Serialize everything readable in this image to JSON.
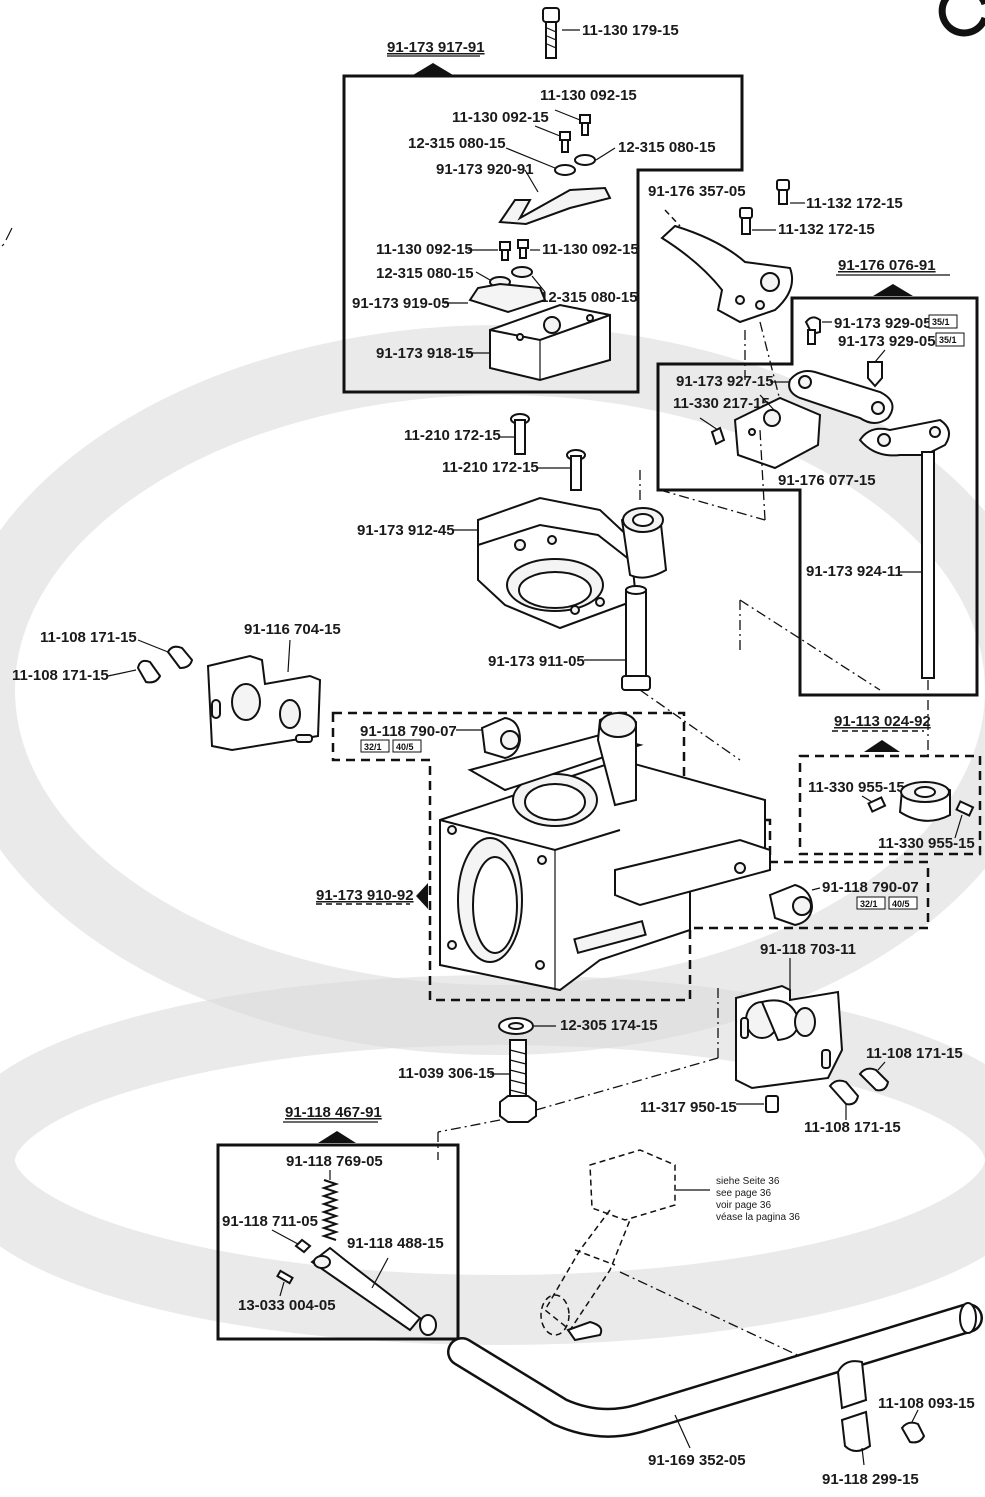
{
  "assemblies": {
    "a917": "91-173 917-91",
    "a076": "91-176 076-91",
    "a024": "91-113 024-92",
    "a910": "91-173 910-92",
    "a467": "91-118 467-91"
  },
  "labels": {
    "p179": "11-130 179-15",
    "p092a": "11-130 092-15",
    "p092b": "11-130 092-15",
    "p080a": "12-315 080-15",
    "p080b": "12-315 080-15",
    "p920": "91-173 920-91",
    "p092c": "11-130 092-15",
    "p092d": "11-130 092-15",
    "p080c": "12-315 080-15",
    "p080d": "12-315 080-15",
    "p919": "91-173 919-05",
    "p918": "91-173 918-15",
    "p357": "91-176 357-05",
    "p132a": "11-132 172-15",
    "p132b": "11-132 172-15",
    "p929a": "91-173 929-05",
    "p929b": "91-173 929-05",
    "p927": "91-173 927-15",
    "p217": "11-330 217-15",
    "p077": "91-176 077-15",
    "p924": "91-173 924-11",
    "p210a": "11-210 172-15",
    "p210b": "11-210 172-15",
    "p912": "91-173 912-45",
    "p911": "91-173 911-05",
    "p108a": "11-108 171-15",
    "p108b": "11-108 171-15",
    "p704": "91-116 704-15",
    "p790a": "91-118 790-07",
    "p955a": "11-330 955-15",
    "p955b": "11-330 955-15",
    "p790b": "91-118 790-07",
    "p703": "91-118 703-11",
    "p305": "12-305 174-15",
    "p039": "11-039 306-15",
    "p317": "11-317 950-15",
    "p108c": "11-108 171-15",
    "p108d": "11-108 171-15",
    "p769": "91-118 769-05",
    "p711": "91-118 711-05",
    "p488": "91-118 488-15",
    "p004": "13-033 004-05",
    "p093": "11-108 093-15",
    "p352": "91-169 352-05",
    "p299": "91-118 299-15"
  },
  "tags": {
    "t351a": "35/1",
    "t351b": "35/1",
    "t321a": "32/1",
    "t405a": "40/5",
    "t321b": "32/1",
    "t405b": "40/5"
  },
  "note": {
    "de": "siehe Seite 36",
    "en": "see page 36",
    "fr": "voir page 36",
    "es": "véase la pagina 36"
  }
}
